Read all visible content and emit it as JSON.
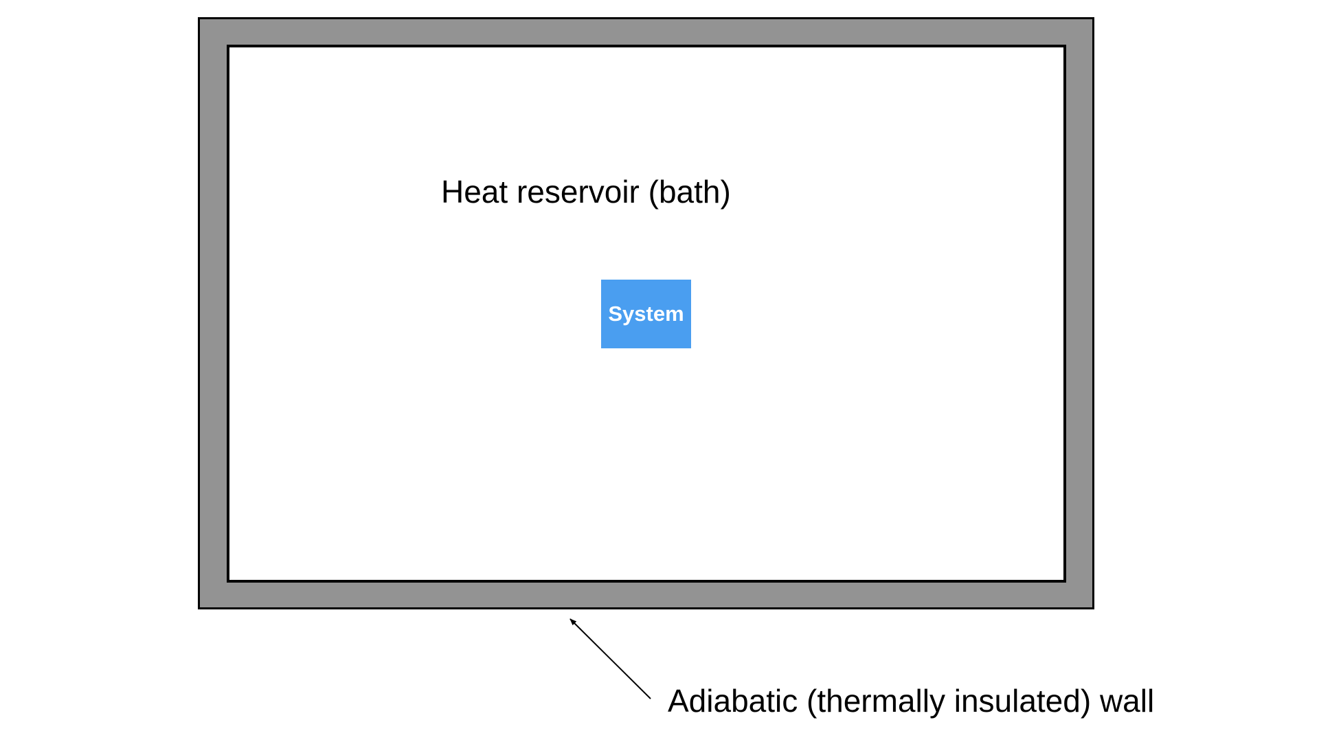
{
  "diagram": {
    "bath_label": "Heat reservoir (bath)",
    "system_label": "System",
    "wall_label": "Adiabatic (thermally insulated) wall"
  },
  "colors": {
    "wall": "#939393",
    "bath": "#ffffff",
    "system": "#4a9ef0",
    "outline": "#000000"
  }
}
